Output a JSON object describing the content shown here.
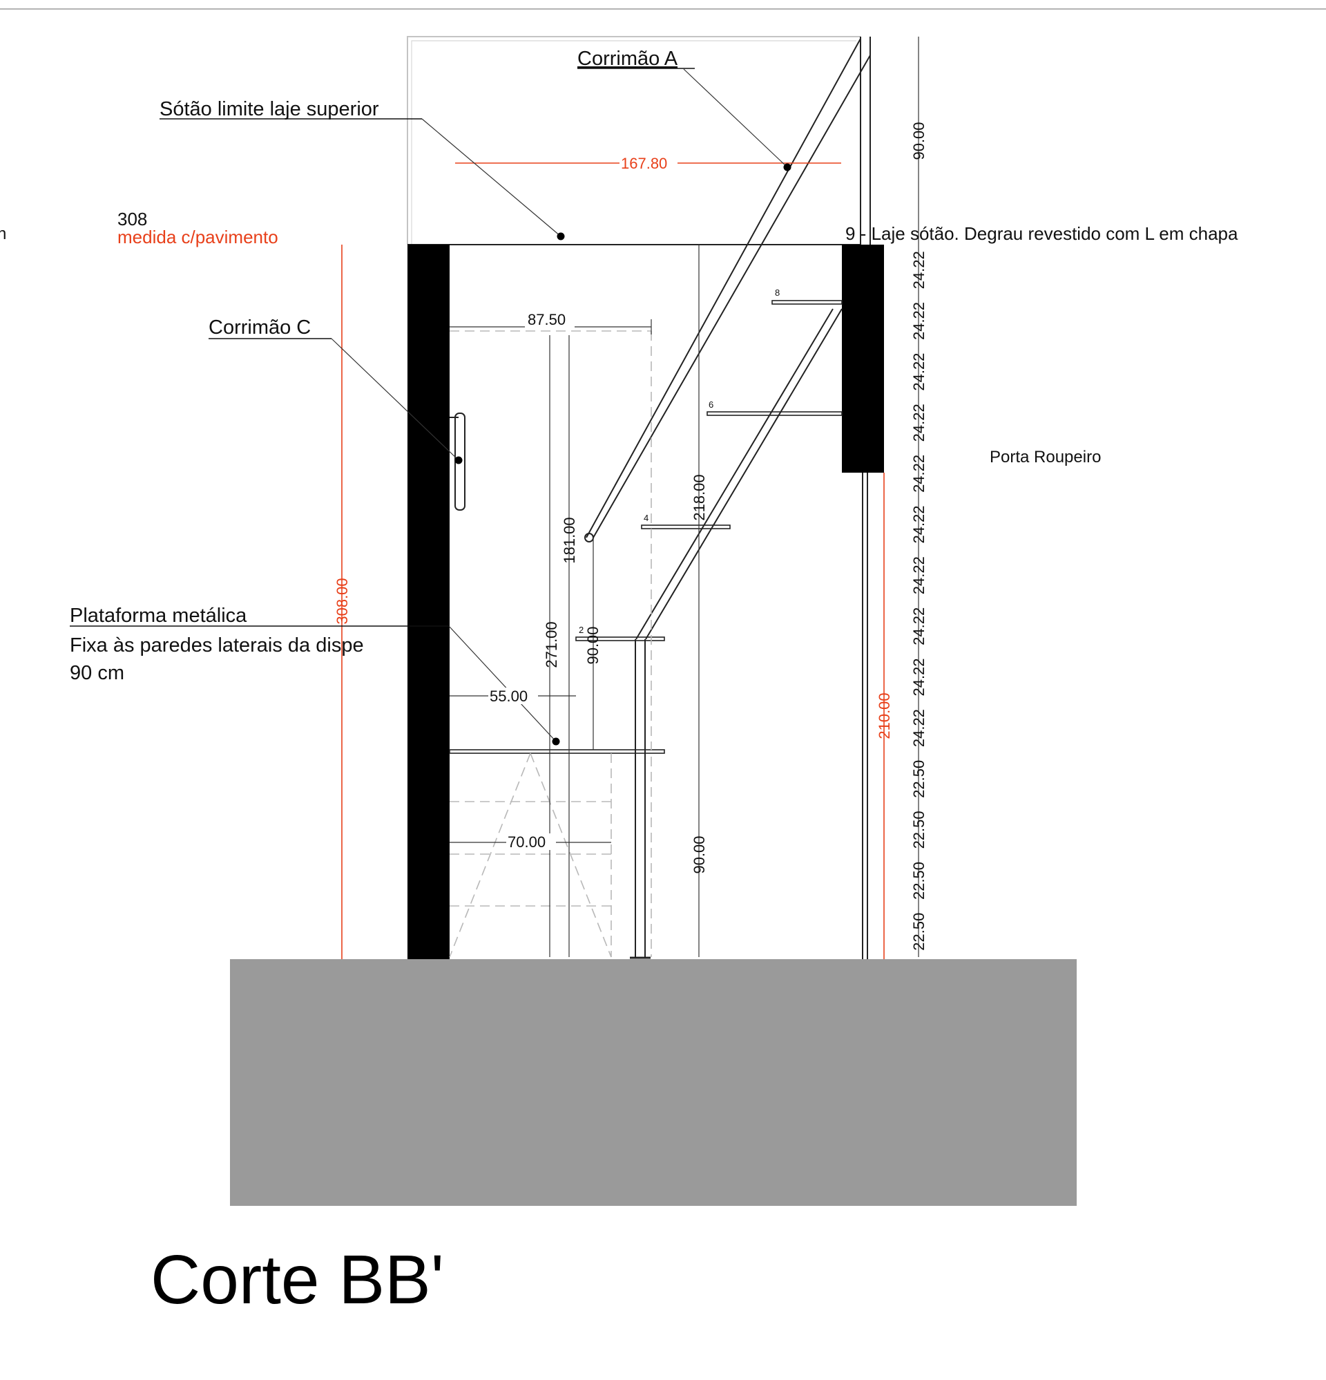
{
  "colors": {
    "dimension_red": "#e8401a",
    "wall": "#000000",
    "ground": "#9a9a9a",
    "line": "#222222",
    "dashed": "#b8b8b8"
  },
  "title": "Corte BB'",
  "labels": {
    "corrimao_a": "Corrimão A",
    "sotao": "Sótão limite laje superior",
    "corrimao_c": "Corrimão C",
    "plataforma_1": "Plataforma metálica",
    "plataforma_2": "Fixa às paredes laterais da dispe",
    "plataforma_3": "90 cm",
    "laje_sotao": "9 - Laje sótão. Degrau revestido com L em chapa",
    "porta_roupeiro": "Porta Roupeiro",
    "level_value": "308",
    "level_note": "medida c/pavimento",
    "left_edge_char": "n"
  },
  "dimensions": {
    "d167_80": "167.80",
    "d90_top": "90.00",
    "d87_50": "87.50",
    "d218_00": "218.00",
    "d181_00": "181.00",
    "d271_00": "271.00",
    "d90_mid": "90.00",
    "d55_00": "55.00",
    "d70_00": "70.00",
    "d90_low": "90.00",
    "d308_00": "308.00",
    "d210_00": "210.00",
    "risers_upper": [
      "24.22",
      "24.22",
      "24.22",
      "24.22",
      "24.22",
      "24.22",
      "24.22",
      "24.22",
      "24.22",
      "24.22"
    ],
    "risers_lower": [
      "22.50",
      "22.50",
      "22.50",
      "22.50"
    ]
  },
  "steps": {
    "s2": "2",
    "s4": "4",
    "s6": "6",
    "s8": "8"
  }
}
